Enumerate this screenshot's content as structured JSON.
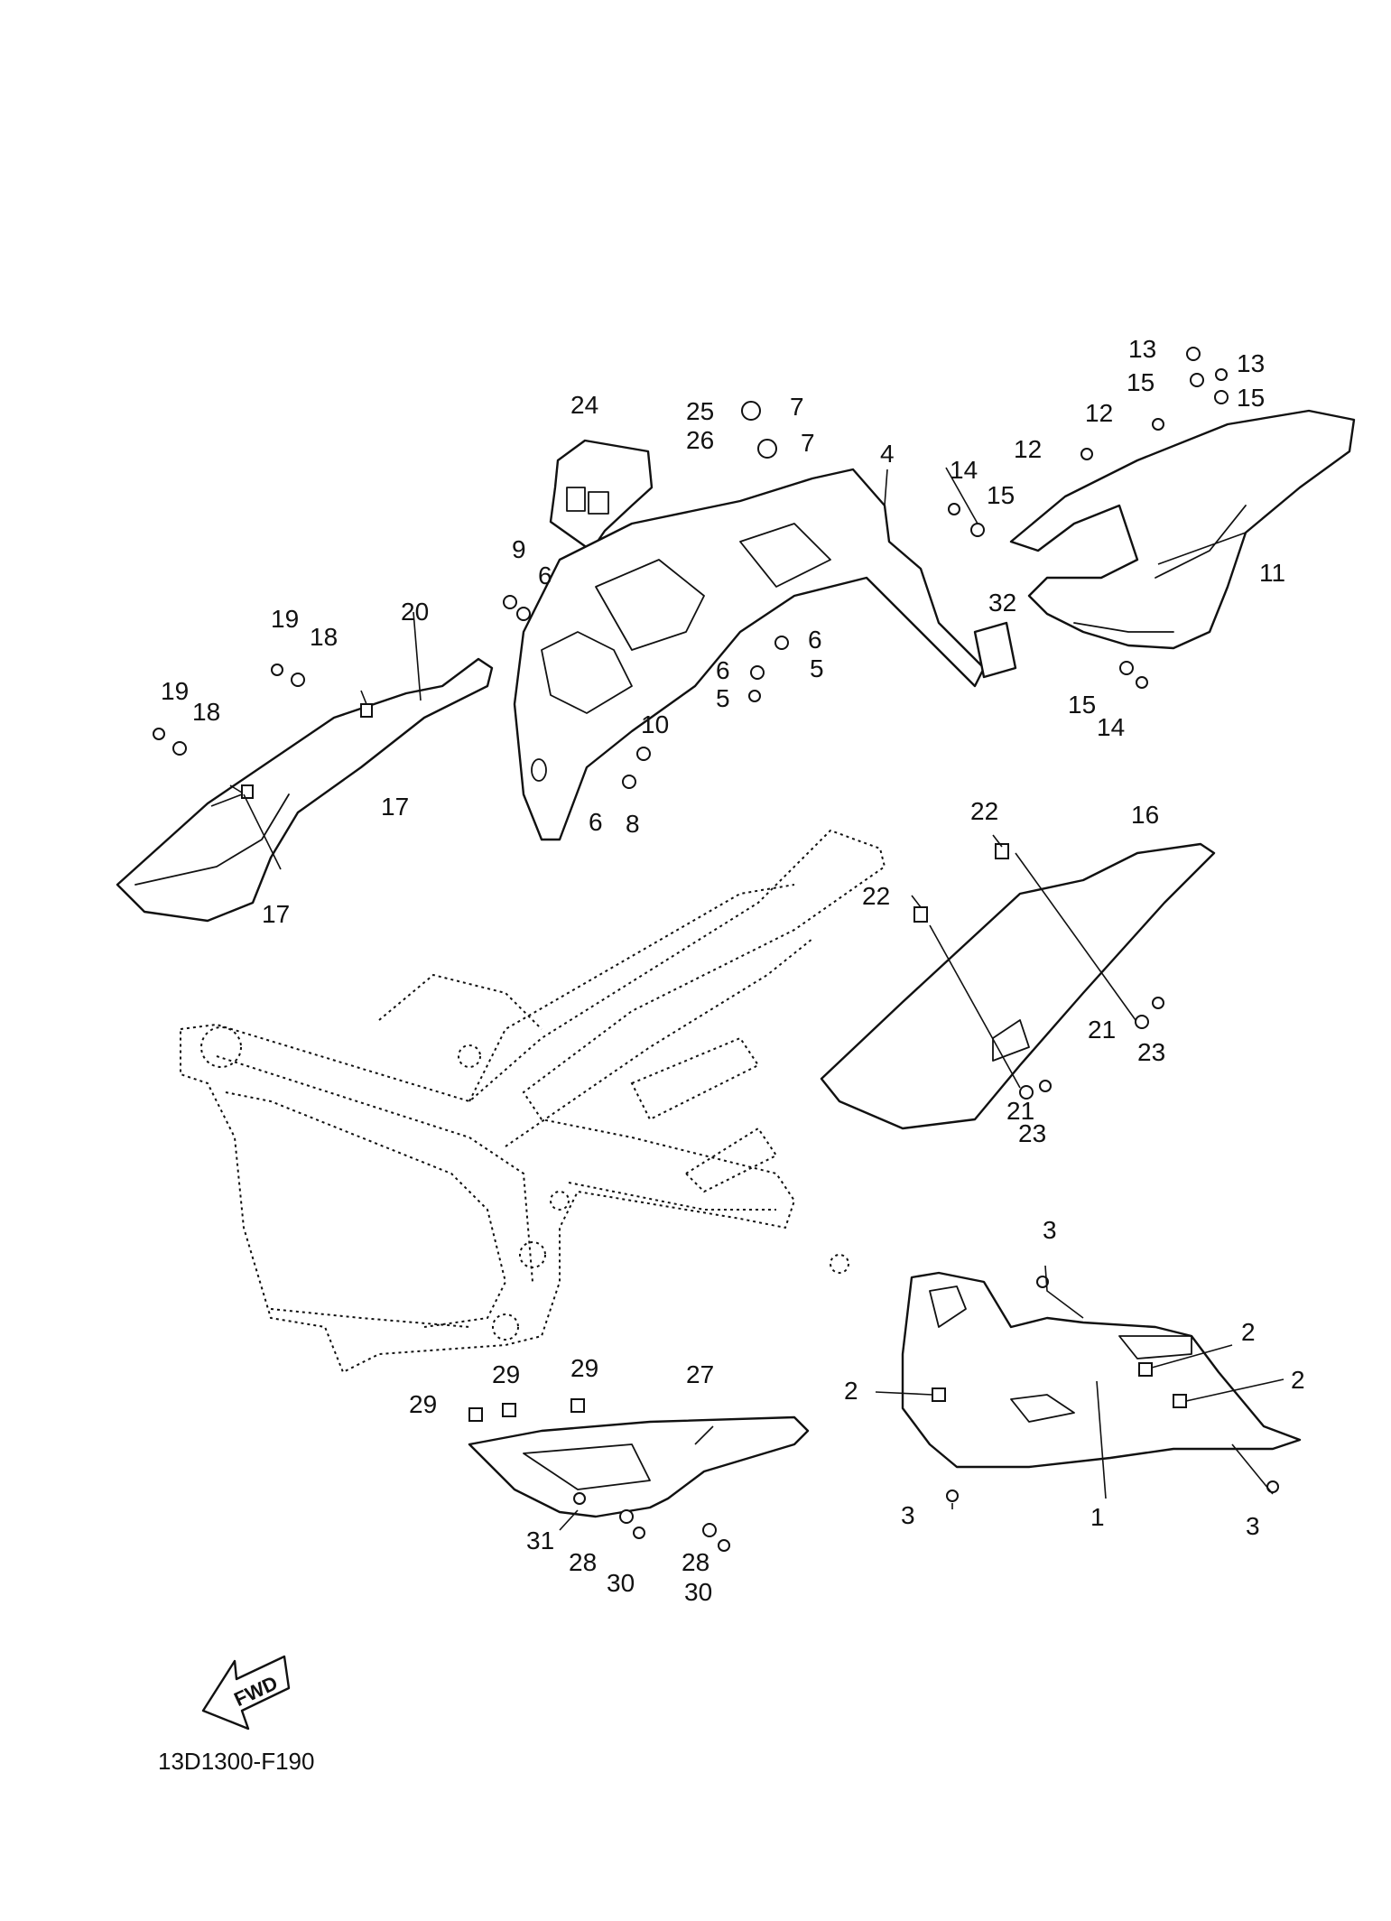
{
  "diagram_code": "13D1300-F190",
  "fwd_label": "FWD",
  "callouts": {
    "c1": "1",
    "c2a": "2",
    "c2b": "2",
    "c2c": "2",
    "c3a": "3",
    "c3b": "3",
    "c3c": "3",
    "c4": "4",
    "c5a": "5",
    "c5b": "5",
    "c6a": "6",
    "c6b": "6",
    "c6c": "6",
    "c6d": "6",
    "c7a": "7",
    "c7b": "7",
    "c8": "8",
    "c9": "9",
    "c10": "10",
    "c11": "11",
    "c12a": "12",
    "c12b": "12",
    "c13a": "13",
    "c13b": "13",
    "c14a": "14",
    "c14b": "14",
    "c15a": "15",
    "c15b": "15",
    "c15c": "15",
    "c15d": "15",
    "c16": "16",
    "c17a": "17",
    "c17b": "17",
    "c18a": "18",
    "c18b": "18",
    "c19a": "19",
    "c19b": "19",
    "c20": "20",
    "c21a": "21",
    "c21b": "21",
    "c22a": "22",
    "c22b": "22",
    "c23a": "23",
    "c23b": "23",
    "c24": "24",
    "c25": "25",
    "c26": "26",
    "c27": "27",
    "c28a": "28",
    "c28b": "28",
    "c29a": "29",
    "c29b": "29",
    "c29c": "29",
    "c30a": "30",
    "c30b": "30",
    "c31": "31",
    "c32": "32"
  }
}
